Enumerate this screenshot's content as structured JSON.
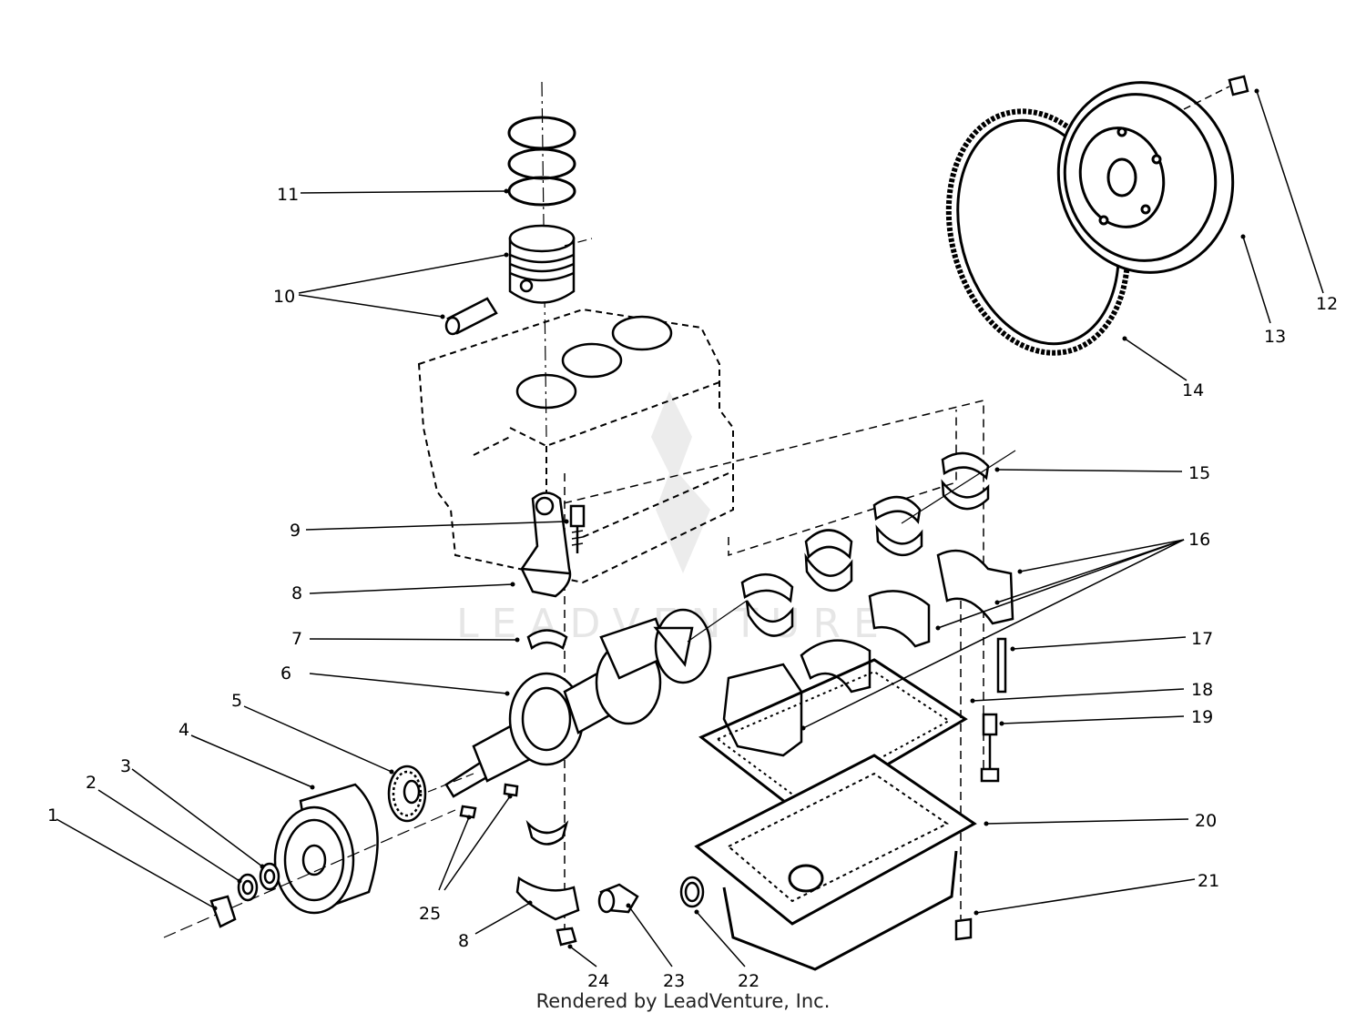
{
  "watermark": {
    "text": "LEADVENTURE"
  },
  "footer": {
    "text": "Rendered by LeadVenture, Inc."
  },
  "callouts": [
    {
      "label": "1"
    },
    {
      "label": "2"
    },
    {
      "label": "3"
    },
    {
      "label": "4"
    },
    {
      "label": "5"
    },
    {
      "label": "6"
    },
    {
      "label": "7"
    },
    {
      "label": "8"
    },
    {
      "label": "8"
    },
    {
      "label": "9"
    },
    {
      "label": "10"
    },
    {
      "label": "11"
    },
    {
      "label": "12"
    },
    {
      "label": "13"
    },
    {
      "label": "14"
    },
    {
      "label": "15"
    },
    {
      "label": "16"
    },
    {
      "label": "17"
    },
    {
      "label": "18"
    },
    {
      "label": "19"
    },
    {
      "label": "20"
    },
    {
      "label": "21"
    },
    {
      "label": "22"
    },
    {
      "label": "23"
    },
    {
      "label": "24"
    },
    {
      "label": "25"
    }
  ]
}
